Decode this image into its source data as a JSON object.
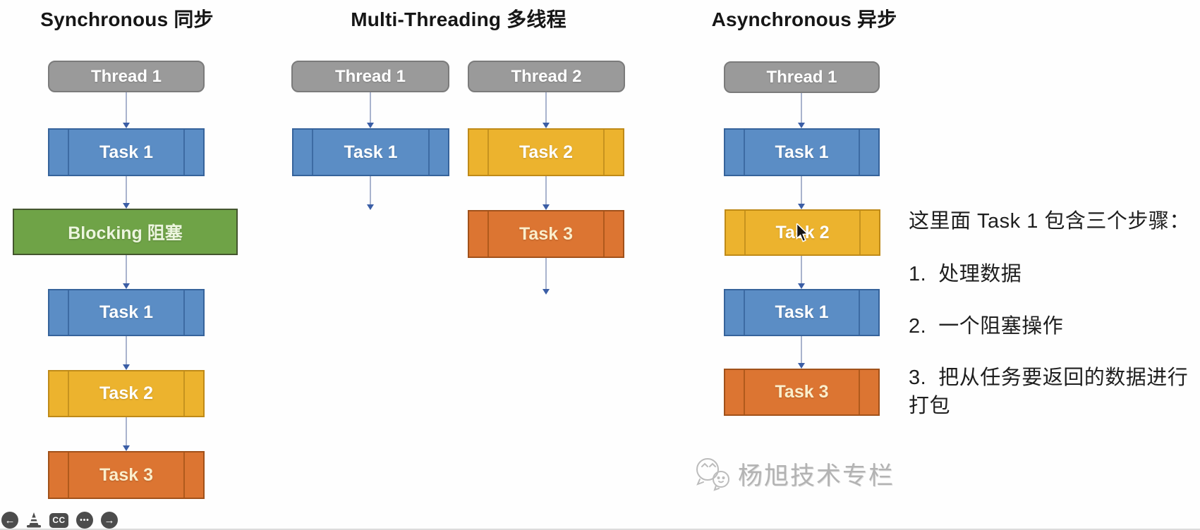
{
  "diagram": {
    "columns": [
      {
        "title": "Synchronous 同步",
        "boxes": [
          {
            "label": "Thread 1",
            "type": "thread"
          },
          {
            "label": "Task 1",
            "type": "task-blue"
          },
          {
            "label": "Blocking 阻塞",
            "type": "blocking-green"
          },
          {
            "label": "Task 1",
            "type": "task-blue"
          },
          {
            "label": "Task 2",
            "type": "task-yellow"
          },
          {
            "label": "Task 3",
            "type": "task-orange"
          }
        ]
      },
      {
        "title": "Multi-Threading 多线程",
        "boxes": [
          {
            "label": "Thread 1",
            "type": "thread"
          },
          {
            "label": "Task 1",
            "type": "task-blue"
          },
          {
            "label": "Thread 2",
            "type": "thread"
          },
          {
            "label": "Task 2",
            "type": "task-yellow"
          },
          {
            "label": "Task 3",
            "type": "task-orange"
          }
        ]
      },
      {
        "title": "Asynchronous 异步",
        "boxes": [
          {
            "label": "Thread 1",
            "type": "thread"
          },
          {
            "label": "Task 1",
            "type": "task-blue"
          },
          {
            "label": "Task 2",
            "type": "task-yellow"
          },
          {
            "label": "Task 1",
            "type": "task-blue"
          },
          {
            "label": "Task 3",
            "type": "task-orange"
          }
        ]
      }
    ]
  },
  "side_note": {
    "heading": "这里面 Task 1 包含三个步骤：",
    "items": [
      "1.  处理数据",
      "2.  一个阻塞操作",
      "3.  把从任务要返回的数据进行打包"
    ]
  },
  "watermark": {
    "logo": "chat-bubbles-logo",
    "text": "杨旭技术专栏"
  },
  "controls": {
    "back_glyph": "←",
    "cone_icon": "traffic-cone",
    "cc_label": "CC",
    "more_glyph": "•••",
    "forward_glyph": "→"
  },
  "colors": {
    "thread_gray": "#9A9A9A",
    "task_blue": "#5B8DC5",
    "blocking_green": "#6FA347",
    "task_yellow": "#ECB32E",
    "task_orange": "#DC7532",
    "arrow_head": "#3B5EA6"
  }
}
